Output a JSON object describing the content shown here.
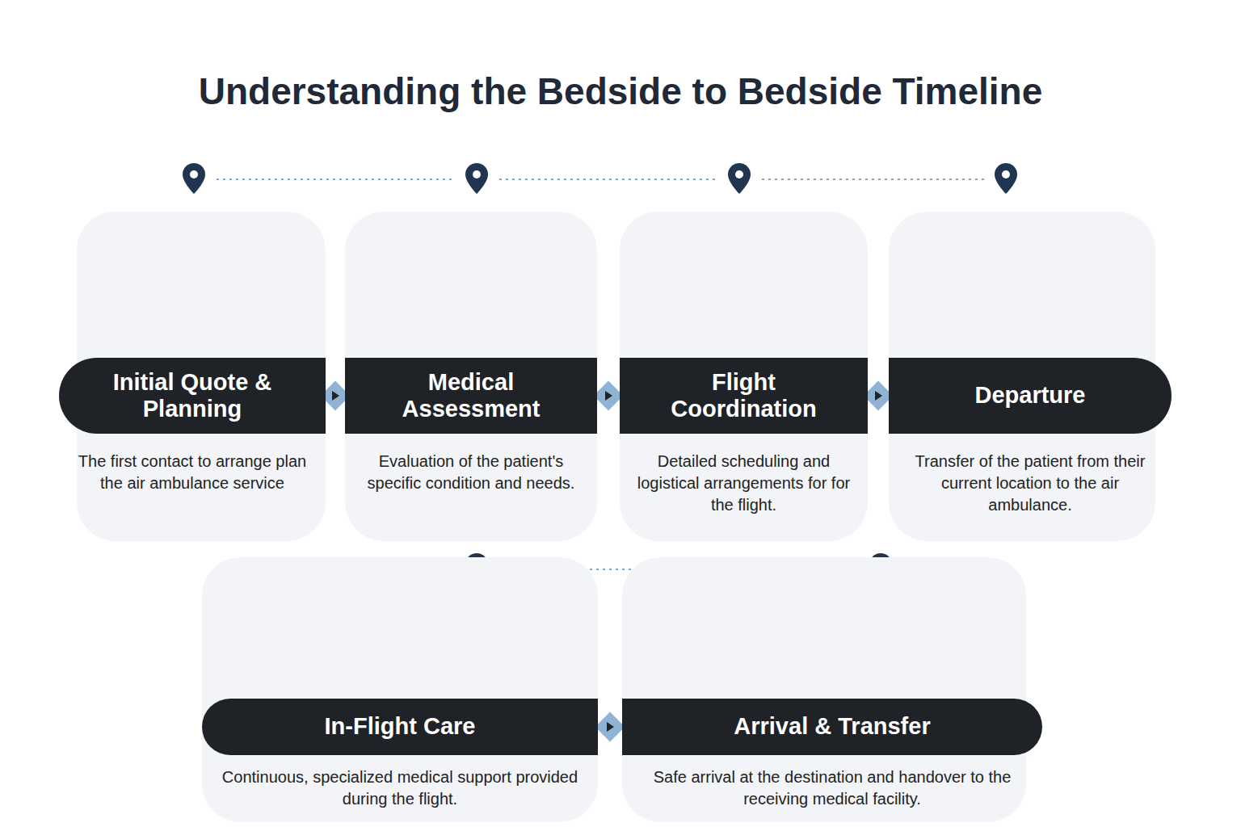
{
  "diagram": {
    "title": "Understanding the Bedside to Bedside Timeline",
    "nodes": [
      {
        "text": [
          "Initial Quote & Planning",
          "The first contact to arrange plan the air ambulance service"
        ]
      },
      {
        "text": [
          "Medical Assessment",
          "Evaluation of the patient's specific condition and needs."
        ]
      },
      {
        "text": [
          "Flight Coordination",
          "Detailed scheduling and logistical arrangements for for the flight."
        ]
      },
      {
        "text": [
          "Departure",
          "Transfer of the patient from their current location to the air ambulance."
        ]
      },
      {
        "text": [
          "In-Flight Care",
          "Continuous, specialized medical support provided during the flight."
        ]
      },
      {
        "text": [
          "Arrival & Transfer",
          "Safe arrival at the destination and handover to the receiving medical facility."
        ]
      }
    ],
    "edges": [
      {
        "from": 0,
        "to": 1,
        "arrow": "to"
      },
      {
        "from": 1,
        "to": 2,
        "arrow": "to"
      },
      {
        "from": 2,
        "to": 3,
        "arrow": "to"
      },
      {
        "from": 4,
        "to": 5,
        "arrow": "to"
      }
    ]
  }
}
